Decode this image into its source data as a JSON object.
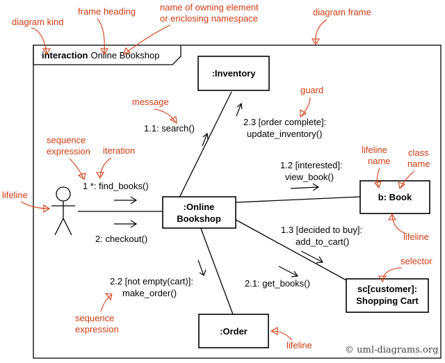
{
  "frame": {
    "kind": "interaction",
    "name": "Online Bookshop"
  },
  "lifelines": {
    "inventory": ":Inventory",
    "bookshop_line1": ":Online",
    "bookshop_line2": "Bookshop",
    "book": "b: Book",
    "cart_line1": "sc[customer]:",
    "cart_line2": "Shopping Cart",
    "order": ":Order"
  },
  "messages": {
    "find_books": "1 *: find_books()",
    "checkout": "2: checkout()",
    "search": "1.1: search()",
    "update_line1": "2.3 [order complete]:",
    "update_line2": "update_inventory()",
    "view_line1": "1.2 [interested]:",
    "view_line2": "view_book()",
    "add_line1": "1.3 [decided to buy]:",
    "add_line2": "add_to_cart()",
    "get_books": "2.1: get_books()",
    "order_line1": "2.2 [not empty(cart)]:",
    "order_line2": "make_order()"
  },
  "annotations": {
    "diagram_kind": "diagram kind",
    "frame_heading": "frame heading",
    "owning_line1": "name of owning element",
    "owning_line2": "or enclosing namespace",
    "diagram_frame": "diagram frame",
    "message": "message",
    "guard": "guard",
    "seq_expr_line1": "sequence",
    "seq_expr_line2": "expression",
    "iteration": "iteration",
    "lifeline_left": "lifeline",
    "lifeline_name_line1": "lifeline",
    "lifeline_name_line2": "name",
    "class_name_line1": "class",
    "class_name_line2": "name",
    "lifeline_book": "lifeline",
    "selector": "selector",
    "seq_expr2_line1": "sequence",
    "seq_expr2_line2": "expression",
    "lifeline_order": "lifeline"
  },
  "watermark": "© uml-diagrams.org",
  "colors": {
    "annotation": "#d13a10",
    "line": "#000000"
  }
}
